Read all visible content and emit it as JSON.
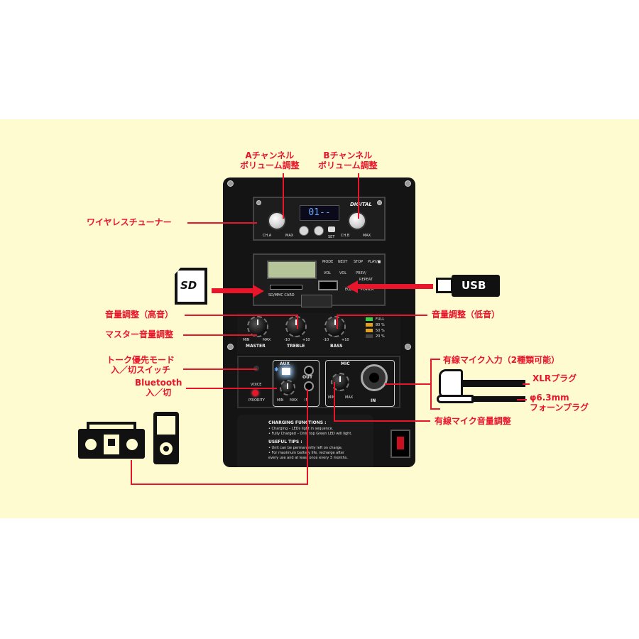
{
  "labels": {
    "ch_a_volume": "Aチャンネル\nボリューム調整",
    "ch_b_volume": "Bチャンネル\nボリューム調整",
    "wireless_tuner": "ワイヤレスチューナー",
    "treble_volume": "音量調整（高音）",
    "bass_volume": "音量調整（低音）",
    "master_volume": "マスター音量調整",
    "talkover_switch": "トーク優先モード\n入／切スイッチ",
    "bluetooth_switch": "Bluetooth\n入／切",
    "wired_mic_input": "有線マイク入力（2種類可能）",
    "xlr_plug": "XLRプラグ",
    "phone_plug": "φ6.3mm\nフォーンプラグ",
    "wired_mic_volume": "有線マイク音量調整"
  },
  "icons": {
    "sd": "SD",
    "usb": "USB"
  },
  "panel": {
    "tuner": {
      "brand": "DIGITAL",
      "display": "01--",
      "ch_a": "CH.A",
      "ch_b": "CH.B",
      "max_a": "MAX",
      "max_b": "MAX",
      "set": "SET"
    },
    "player": {
      "buttons": [
        "MODE",
        "NEXT",
        "STOP",
        "PLAY/■"
      ],
      "buttons2": [
        "VOL",
        "VOL",
        "PREV/"
      ],
      "sd_slot": "SD/MMC CARD",
      "repeat": "REPEAT",
      "eq": "EQ/BT",
      "power": "POWER"
    },
    "mixer": {
      "master": "MASTER",
      "treble": "TREBLE",
      "bass": "BASS",
      "min": "MIN",
      "max": "MAX",
      "treble_min": "-10",
      "treble_max": "+10",
      "bass_min": "-10",
      "bass_max": "+10",
      "leds": [
        "FULL",
        "80 %",
        "50 %",
        "20 %"
      ]
    },
    "aux": {
      "aux": "AUX",
      "out": "OUT",
      "voice": "VOICE",
      "priority": "PRIORITY",
      "min": "MIN",
      "max": "MAX",
      "in": "IN"
    },
    "mic": {
      "mic": "MIC",
      "in": "IN",
      "min": "MIN",
      "max": "MAX"
    },
    "charging": {
      "title": "CHARGING FUNCTIONS :",
      "lines": [
        "• Charging – LEDs light in sequence.",
        "• Fully Charged – Only top Green LED will light."
      ],
      "tips_title": "USEFUL TIPS :",
      "tips": [
        "• Unit can be permanently left on charge.",
        "• For maximum battery life, recharge after",
        "  every use and at least once every 3 months."
      ]
    }
  },
  "colors": {
    "accent_red": "#e8152b",
    "band": "#fffbd1"
  }
}
